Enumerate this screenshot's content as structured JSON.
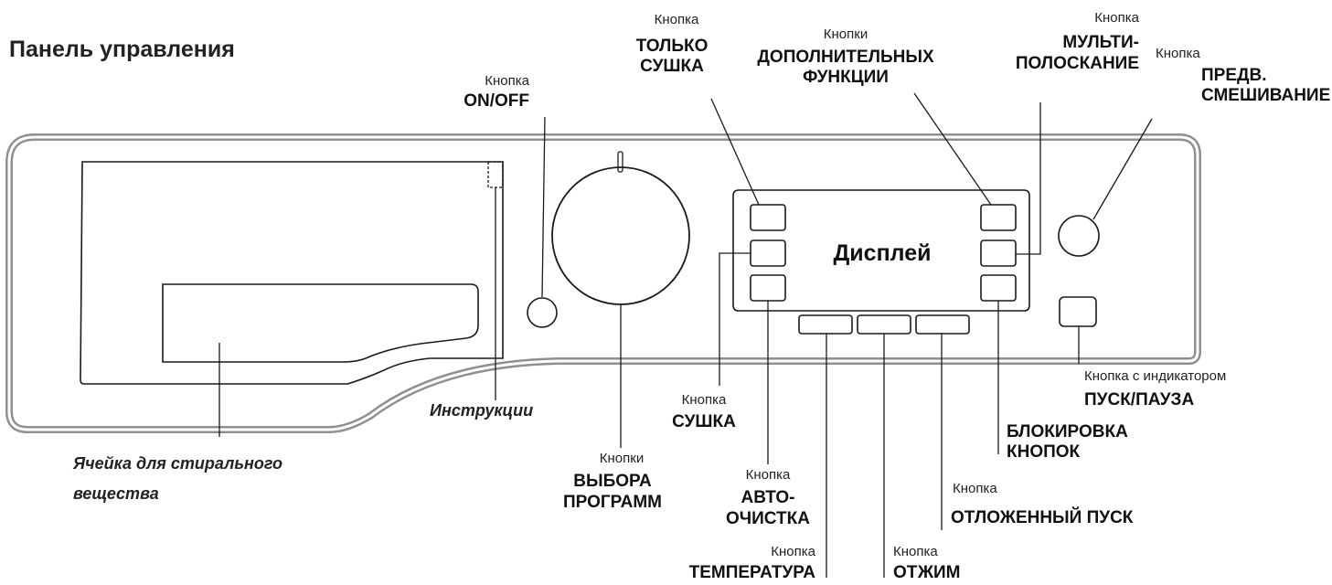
{
  "title": "Панель управления",
  "labels": {
    "onoff": {
      "small": "Кнопка",
      "big": "ON/OFF"
    },
    "dry_only": {
      "small": "Кнопка",
      "big1": "ТОЛЬКО",
      "big2": "СУШКА"
    },
    "extra": {
      "small": "Кнопки",
      "big1": "ДОПОЛНИТЕЛЬНЫХ",
      "big2": "ФУНКЦИИ"
    },
    "multi_rinse": {
      "small": "Кнопка",
      "big1": "МУЛЬТИ-",
      "big2": "ПОЛОСКАНИЕ"
    },
    "premix": {
      "small": "Кнопка",
      "big1": "ПРЕДВ.",
      "big2": "СМЕШИВАНИЕ"
    },
    "display": "Дисплей",
    "instructions": "Инструкции",
    "detergent": {
      "line1": "Ячейка для стирального",
      "line2": "вещества"
    },
    "programs": {
      "small": "Кнопки",
      "big1": "ВЫБОРА",
      "big2": "ПРОГРАММ"
    },
    "drying": {
      "small": "Кнопка",
      "big": "СУШКА"
    },
    "autoclean": {
      "small": "Кнопка",
      "big1": "АВТО-",
      "big2": "ОЧИСТКА"
    },
    "temperature": {
      "small": "Кнопка",
      "big": "ТЕМПЕРАТУРА"
    },
    "spin": {
      "small": "Кнопка",
      "big": "ОТЖИМ"
    },
    "delay": {
      "small": "Кнопка",
      "big": "ОТЛОЖЕННЫЙ ПУСК"
    },
    "lock": {
      "big1": "БЛОКИРОВКА",
      "big2": "КНОПОК"
    },
    "start": {
      "small": "Кнопка с индикатором",
      "big": "ПУСК/ПАУЗА"
    }
  },
  "colors": {
    "line": "#1a1a1a",
    "panel_border": "#8a8a8a",
    "text": "#111111"
  }
}
